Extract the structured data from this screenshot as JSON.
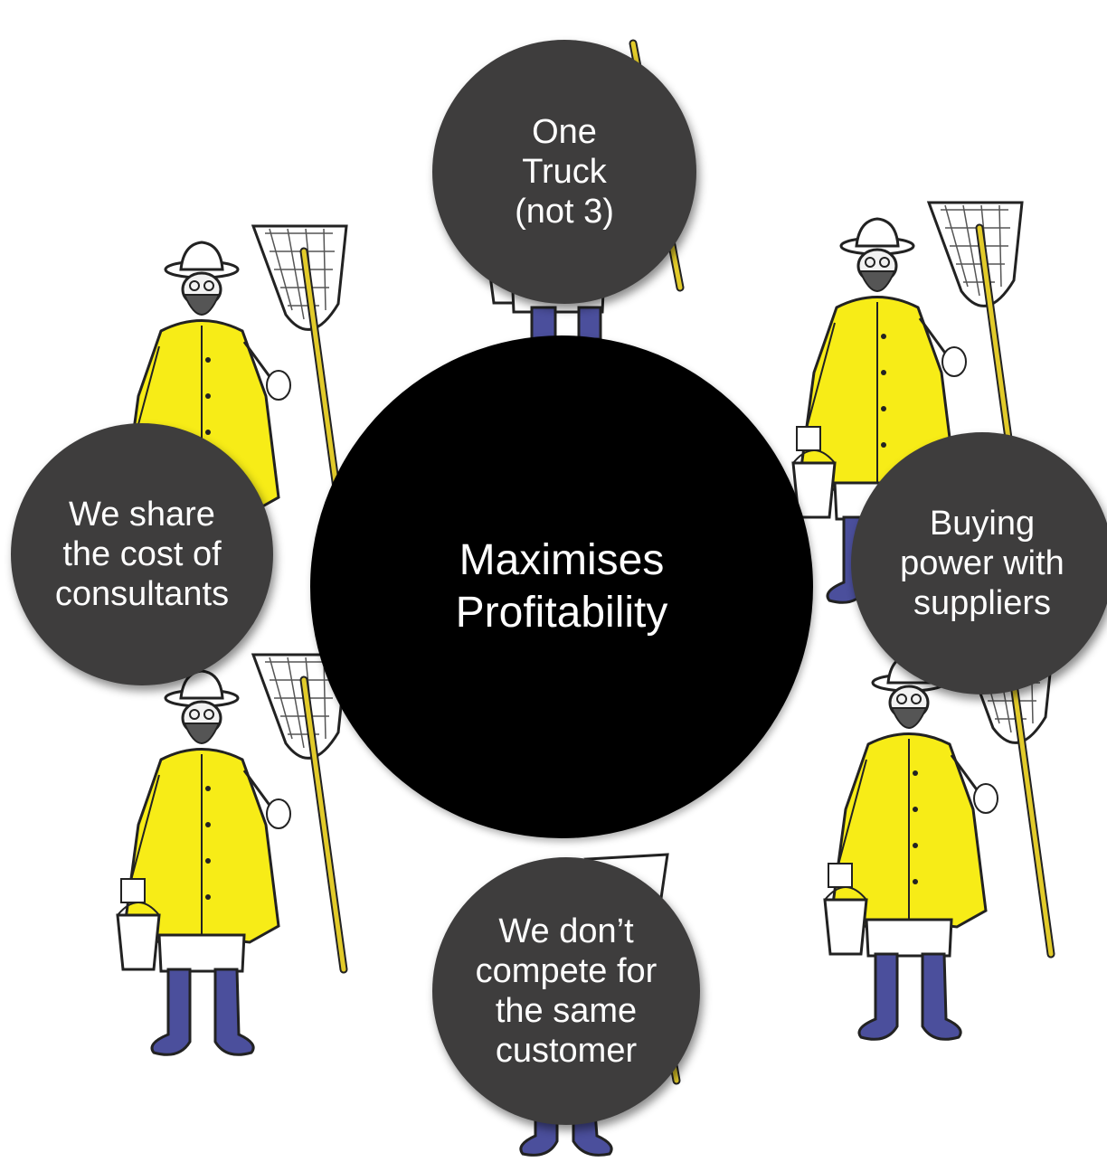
{
  "diagram": {
    "center": {
      "label": "Maximises\nProfitability",
      "color": "#000000"
    },
    "satellites": [
      {
        "id": "top",
        "label": "One\nTruck\n(not 3)"
      },
      {
        "id": "left",
        "label": "We share\nthe cost of\nconsultants"
      },
      {
        "id": "right",
        "label": "Buying\npower with\nsuppliers"
      },
      {
        "id": "bottom",
        "label": "We don’t\ncompete for\nthe same\ncustomer"
      }
    ],
    "satellite_color": "#3e3d3d",
    "figure_colors": {
      "coat": "#f7ec17",
      "boots": "#4b4f9c",
      "pole": "#e2cb2a",
      "outline": "#222222"
    }
  }
}
